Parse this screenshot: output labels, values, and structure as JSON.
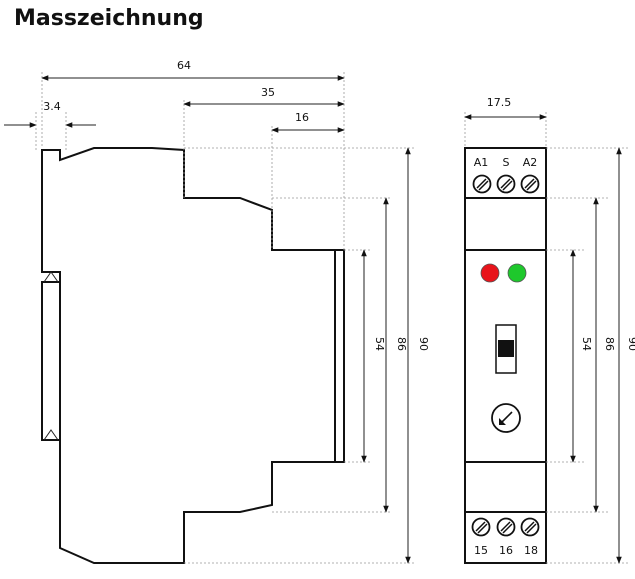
{
  "title": "Masszeichnung",
  "side_view": {
    "dims": {
      "overall_depth": "64",
      "front_depth": "35",
      "front_step": "16",
      "rail_offset": "3.4",
      "height_overall": "90",
      "height_shoulder": "86",
      "height_front": "54"
    }
  },
  "front_view": {
    "width": "17.5",
    "height_overall": "90",
    "height_shoulder": "86",
    "height_front": "54",
    "top_terminals": [
      "A1",
      "S",
      "A2"
    ],
    "bottom_terminals": [
      "15",
      "16",
      "18"
    ],
    "led_colors": {
      "left": "#e8141b",
      "right": "#1ec82c"
    }
  }
}
